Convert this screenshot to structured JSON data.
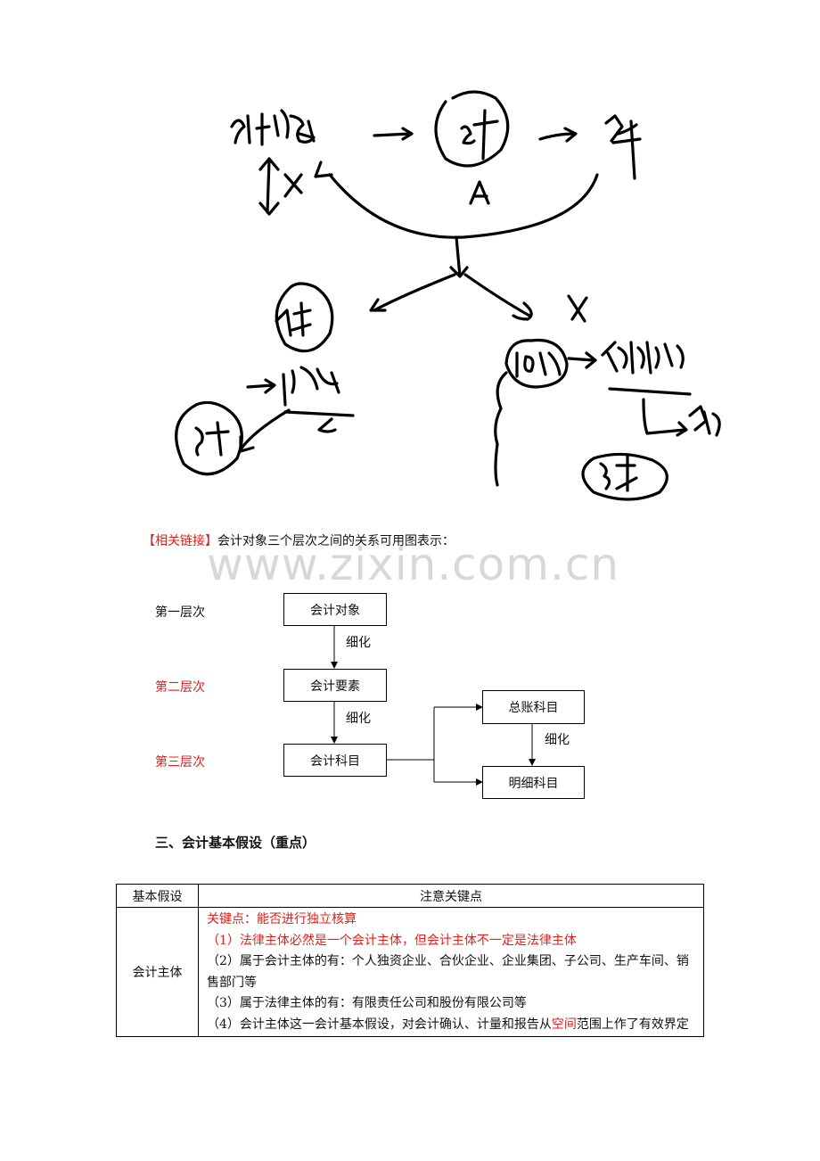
{
  "intro": {
    "link_label": "【相关链接】",
    "text": "会计对象三个层次之间的关系可用图表示："
  },
  "watermark": "www.zixin.com.cn",
  "diagram": {
    "levels": [
      "第一层次",
      "第二层次",
      "第三层次"
    ],
    "boxes": {
      "object": "会计对象",
      "elements": "会计要素",
      "subjects": "会计科目",
      "general": "总账科目",
      "detail": "明细科目"
    },
    "refine_label": "细化"
  },
  "section": {
    "title": "三、会计基本假设（重点）"
  },
  "table": {
    "headers": [
      "基本假设",
      "注意关键点"
    ],
    "row": {
      "name": "会计主体",
      "key_point": "关键点：能否进行独立核算",
      "p1": "（1）法律主体必然是一个会计主体，但会计主体不一定是法律主体",
      "p2": "（2）属于会计主体的有：个人独资企业、合伙企业、企业集团、子公司、生产车间、销售部门等",
      "p3": "（3）属于法律主体的有：有限责任公司和股份有限公司等",
      "p4_before": "（4）会计主体这一会计基本假设，对会计确认、计量和报告从",
      "p4_highlight": "空间",
      "p4_after": "范围上作了有效界定"
    }
  },
  "colors": {
    "highlight": "#e0201c",
    "ink": "#000000",
    "watermark": "#d8d8d8"
  }
}
